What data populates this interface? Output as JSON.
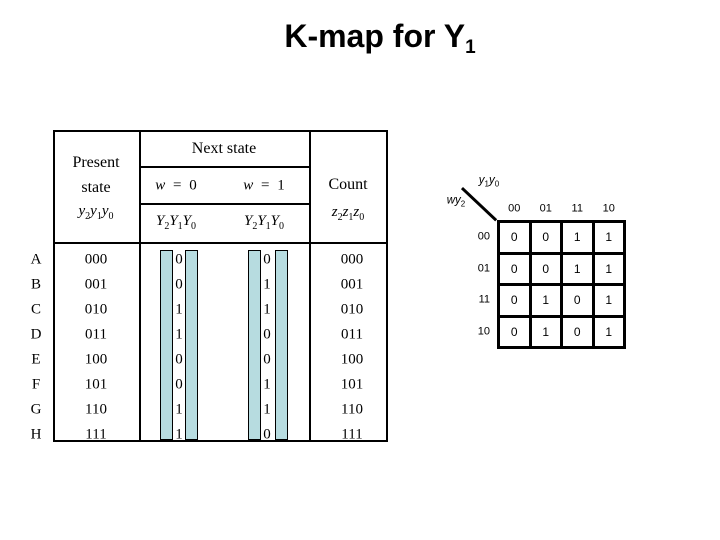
{
  "title": {
    "text": "K-map for Y",
    "subscript": "1"
  },
  "state_table": {
    "present_header_line1": "Present",
    "present_header_line2": "state",
    "present_var": "y2y1y0",
    "next_state_header": "Next state",
    "w0_header": "w = 0",
    "w1_header": "w = 1",
    "next_var_w0": "Y2Y1Y0",
    "next_var_w1": "Y2Y1Y0",
    "count_header": "Count",
    "count_var": "z2z1z0",
    "highlight_color": "#b7dce0",
    "rows": [
      {
        "label": "A",
        "present": "000",
        "w0_y1": "0",
        "w1_y1": "0",
        "count": "000"
      },
      {
        "label": "B",
        "present": "001",
        "w0_y1": "0",
        "w1_y1": "1",
        "count": "001"
      },
      {
        "label": "C",
        "present": "010",
        "w0_y1": "1",
        "w1_y1": "1",
        "count": "010"
      },
      {
        "label": "D",
        "present": "011",
        "w0_y1": "1",
        "w1_y1": "0",
        "count": "011"
      },
      {
        "label": "E",
        "present": "100",
        "w0_y1": "0",
        "w1_y1": "0",
        "count": "100"
      },
      {
        "label": "F",
        "present": "101",
        "w0_y1": "0",
        "w1_y1": "1",
        "count": "101"
      },
      {
        "label": "G",
        "present": "110",
        "w0_y1": "1",
        "w1_y1": "1",
        "count": "110"
      },
      {
        "label": "H",
        "present": "111",
        "w0_y1": "1",
        "w1_y1": "0",
        "count": "111"
      }
    ]
  },
  "kmap": {
    "corner_top_label": "y1y0",
    "corner_side_label": "wy2",
    "col_headers": [
      "00",
      "01",
      "11",
      "10"
    ],
    "row_headers": [
      "00",
      "01",
      "11",
      "10"
    ],
    "values": [
      [
        "0",
        "0",
        "1",
        "1"
      ],
      [
        "0",
        "0",
        "1",
        "1"
      ],
      [
        "0",
        "1",
        "0",
        "1"
      ],
      [
        "0",
        "1",
        "0",
        "1"
      ]
    ]
  }
}
